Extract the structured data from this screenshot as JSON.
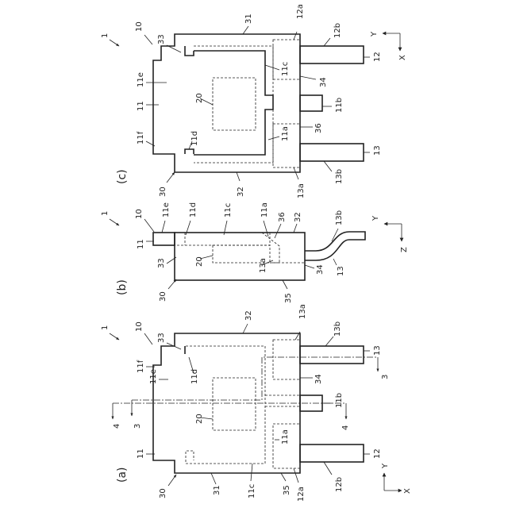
{
  "figure": {
    "caption_a": "(a)",
    "caption_b": "(b)",
    "caption_c": "(c)"
  },
  "labels": {
    "c": {
      "l1": "1",
      "l10": "10",
      "l31": "31",
      "l12a": "12a",
      "l12b": "12b",
      "l12": "12",
      "l33": "33",
      "l11e": "11e",
      "l11": "11",
      "l20": "20",
      "l11c": "11c",
      "l34": "34",
      "l11b": "11b",
      "l36": "36",
      "l11a": "11a",
      "l11f": "11f",
      "l11d": "11d",
      "l13": "13",
      "l13b": "13b",
      "l30": "30",
      "l32": "32",
      "l13a": "13a",
      "axY": "Y",
      "axX": "X"
    },
    "b": {
      "l1": "1",
      "l10": "10",
      "l11e": "11e",
      "l11d": "11d",
      "l11c": "11c",
      "l11a": "11a",
      "l36": "36",
      "l32": "32",
      "l13b": "13b",
      "l11": "11",
      "l33": "33",
      "l20": "20",
      "l13a": "13a",
      "l34": "34",
      "l13": "13",
      "l30": "30",
      "l35": "35",
      "axY": "Y",
      "axZ": "Z"
    },
    "a": {
      "l1": "1",
      "l10": "10",
      "l32": "32",
      "l33": "33",
      "l13a": "13a",
      "l13b": "13b",
      "l13": "13",
      "l11f": "11f",
      "l11e": "11e",
      "l11d": "11d",
      "l34": "34",
      "l3r": "3",
      "l11b": "11b",
      "l4l": "4",
      "l3l": "3",
      "l20": "20",
      "l4r": "4",
      "l11a": "11a",
      "l11": "11",
      "l12": "12",
      "l30": "30",
      "l31": "31",
      "l11c": "11c",
      "l35": "35",
      "l12a": "12a",
      "l12b": "12b",
      "axY": "Y",
      "axX": "X"
    }
  }
}
